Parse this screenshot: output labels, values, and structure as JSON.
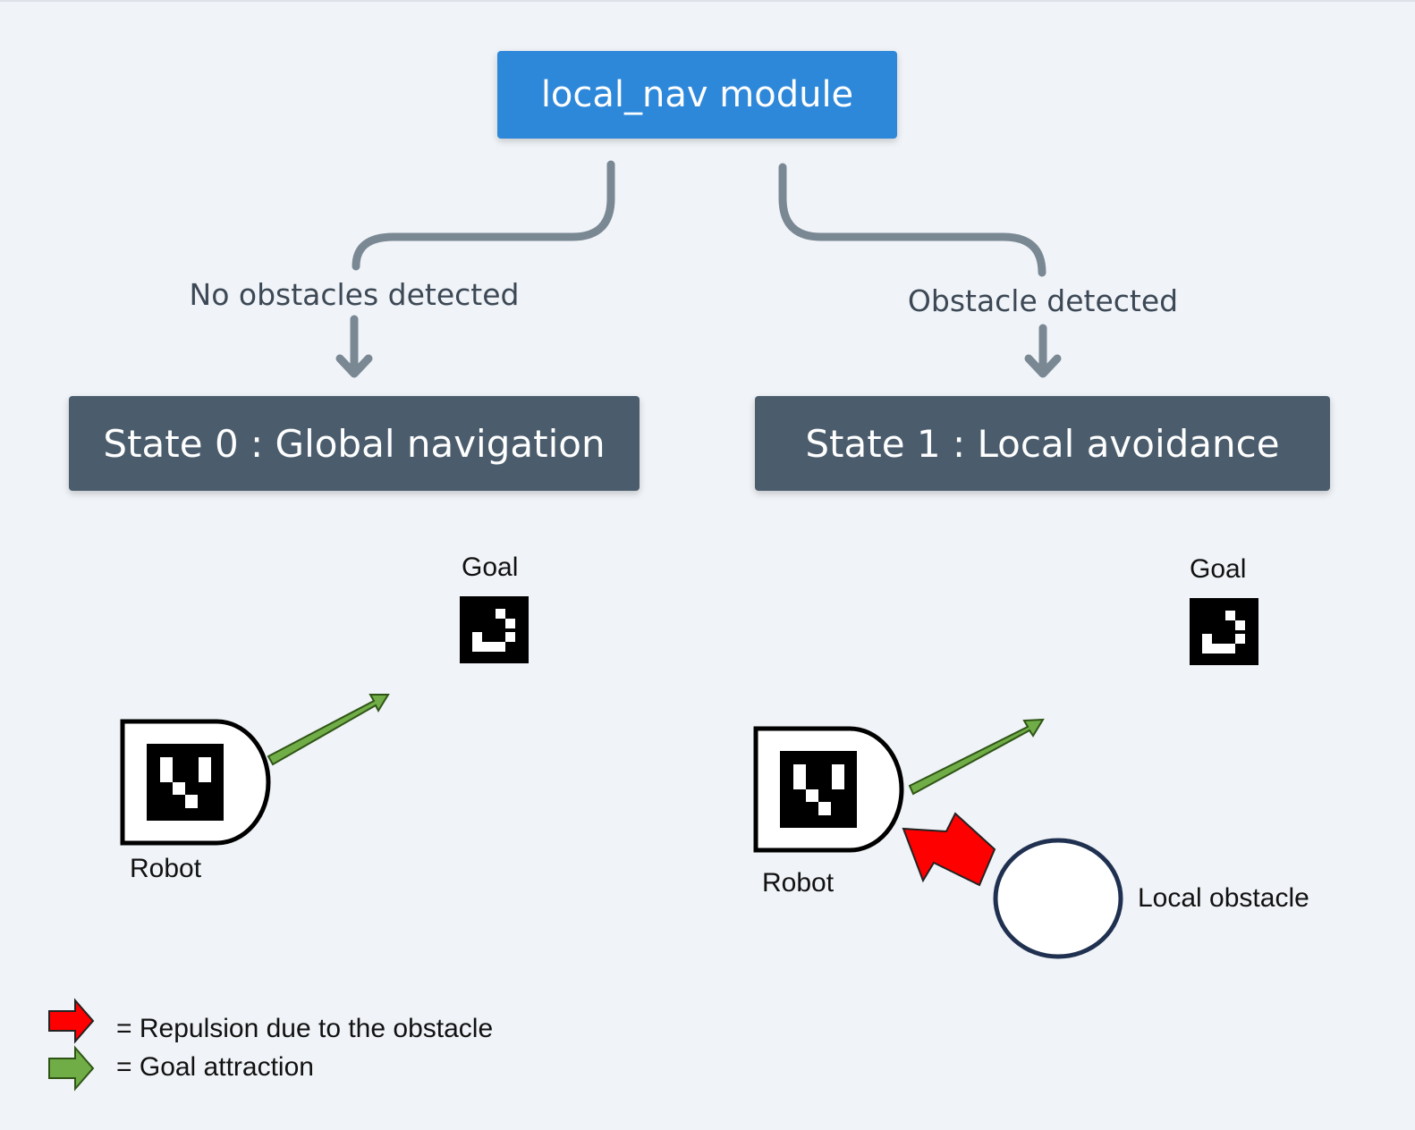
{
  "module": {
    "title": "local_nav module"
  },
  "branches": [
    {
      "condition": "No obstacles detected",
      "state": "State 0 : Global navigation"
    },
    {
      "condition": "Obstacle detected",
      "state": "State 1 : Local avoidance"
    }
  ],
  "scenes": [
    {
      "goal_label": "Goal",
      "robot_label": "Robot"
    },
    {
      "goal_label": "Goal",
      "robot_label": "Robot",
      "obstacle_label": "Local obstacle"
    }
  ],
  "legend": {
    "repulsion": "= Repulsion due to the obstacle",
    "attraction": "= Goal attraction"
  },
  "colors": {
    "module_box": "#2e88da",
    "state_box": "#4b5d6d",
    "connector": "#7a8894",
    "attraction_arrow": "#70ad47",
    "repulsion_arrow": "#ff0000"
  }
}
